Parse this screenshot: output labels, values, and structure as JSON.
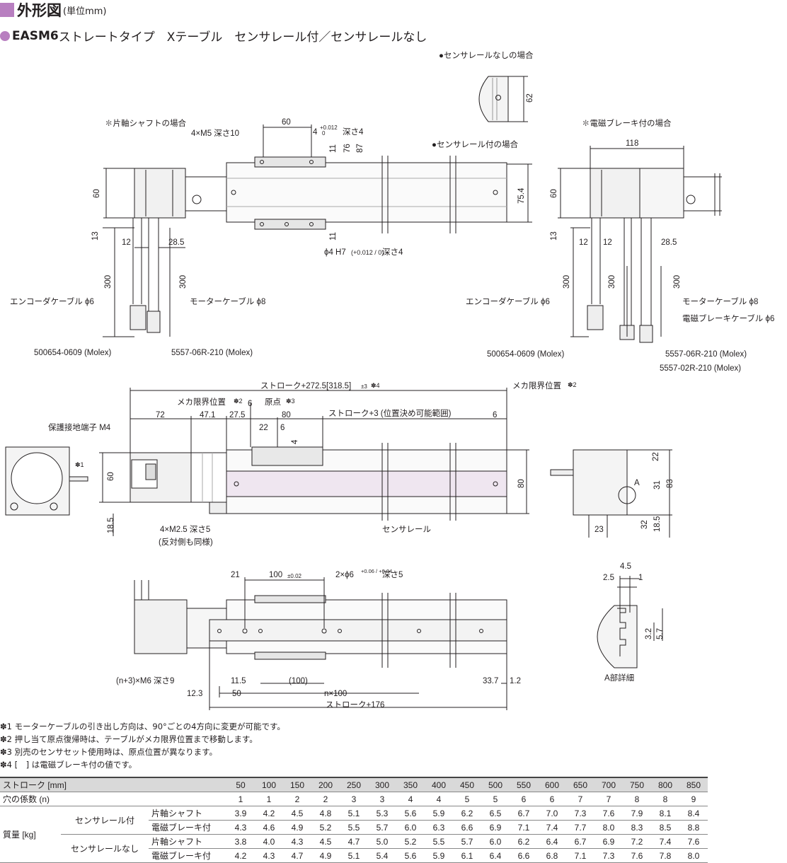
{
  "header": {
    "title": "外形図",
    "unit": "(単位mm)"
  },
  "subtitle": {
    "model": "EASM6",
    "text": "ストレートタイプ　Xテーブル　センサレール付／センサレールなし"
  },
  "labels": {
    "no_sensor_case": "●センサレールなしの場合",
    "with_sensor_case": "●センサレール付の場合",
    "single_shaft_case": "✽片軸シャフトの場合",
    "brake_case": "✽電磁ブレーキ付の場合",
    "m5": "4×M5 深さ10",
    "dim_60": "60",
    "hole_4": "4",
    "tol_012": "+0.012",
    "tol_0": "0",
    "depth4": "深さ4",
    "h7_hole": "ϕ4 H7",
    "h7_tol": "(+0.012 / 0)",
    "d11": "11",
    "d76": "76",
    "d87": "87",
    "d754": "75.4",
    "d62": "62",
    "d13": "13",
    "d12": "12",
    "d285": "28.5",
    "d300": "300",
    "d118": "118",
    "encoder_cable": "エンコーダケーブル ϕ6",
    "motor_cable": "モーターケーブル ϕ8",
    "brake_cable": "電磁ブレーキケーブル ϕ6",
    "conn_encoder": "500654-0609 (Molex)",
    "conn_motor": "5557-06R-210 (Molex)",
    "conn_brake": "5557-02R-210 (Molex)",
    "stroke_total": "ストローク+272.5[318.5]",
    "stroke_tol": "±3",
    "note4_mark": "✽4",
    "mech_limit": "メカ限界位置",
    "note2_mark": "✽2",
    "origin": "原点",
    "note3_mark": "✽3",
    "stroke_range": "ストローク+3 (位置決め可能範囲)",
    "ground_terminal": "保護接地端子 M4",
    "note1_mark": "✽1",
    "d72": "72",
    "d471": "47.1",
    "d275": "27.5",
    "d80": "80",
    "d22": "22",
    "d6": "6",
    "d185": "18.5",
    "d83": "83",
    "d31": "31",
    "d32": "32",
    "d23": "23",
    "m25": "4×M2.5 深さ5",
    "m25_sub": "(反対側も同様)",
    "sensor_rail": "センサレール",
    "detail_a_mark": "A",
    "d21": "21",
    "d100": "100",
    "tol_002": "±0.02",
    "pin_hole": "2×ϕ6",
    "pin_tol": "+0.06 / +0.04",
    "depth5": "深さ5",
    "m6": "(n+3)×M6 深さ9",
    "d115": "11.5",
    "d100p": "(100)",
    "d123": "12.3",
    "d50": "50",
    "nx100": "n×100",
    "d337": "33.7",
    "d12b": "1.2",
    "stroke176": "ストローク+176",
    "d45": "4.5",
    "d25": "2.5",
    "d1": "1",
    "d32b": "3.2",
    "d57": "5.7",
    "detail_a": "A部詳細"
  },
  "notes": [
    "✽1 モーターケーブルの引き出し方向は、90°ごとの4方向に変更が可能です。",
    "✽2 押し当て原点復帰時は、テーブルがメカ限界位置まで移動します。",
    "✽3 別売のセンサセット使用時は、原点位置が異なります。",
    "✽4 [　] は電磁ブレーキ付の値です。"
  ],
  "table": {
    "stroke_label": "ストローク [mm]",
    "holes_label": "穴の係数 (n)",
    "mass_label": "質量 [kg]",
    "with_sensor": "センサレール付",
    "without_sensor": "センサレールなし",
    "single_shaft": "片軸シャフト",
    "brake": "電磁ブレーキ付",
    "strokes": [
      "50",
      "100",
      "150",
      "200",
      "250",
      "300",
      "350",
      "400",
      "450",
      "500",
      "550",
      "600",
      "650",
      "700",
      "750",
      "800",
      "850"
    ],
    "holes": [
      "1",
      "1",
      "2",
      "2",
      "3",
      "3",
      "4",
      "4",
      "5",
      "5",
      "6",
      "6",
      "7",
      "7",
      "8",
      "8",
      "9"
    ],
    "with_single": [
      "3.9",
      "4.2",
      "4.5",
      "4.8",
      "5.1",
      "5.3",
      "5.6",
      "5.9",
      "6.2",
      "6.5",
      "6.7",
      "7.0",
      "7.3",
      "7.6",
      "7.9",
      "8.1",
      "8.4"
    ],
    "with_brake": [
      "4.3",
      "4.6",
      "4.9",
      "5.2",
      "5.5",
      "5.7",
      "6.0",
      "6.3",
      "6.6",
      "6.9",
      "7.1",
      "7.4",
      "7.7",
      "8.0",
      "8.3",
      "8.5",
      "8.8"
    ],
    "without_single": [
      "3.8",
      "4.0",
      "4.3",
      "4.5",
      "4.7",
      "5.0",
      "5.2",
      "5.5",
      "5.7",
      "6.0",
      "6.2",
      "6.4",
      "6.7",
      "6.9",
      "7.2",
      "7.4",
      "7.6"
    ],
    "without_brake": [
      "4.2",
      "4.3",
      "4.7",
      "4.9",
      "5.1",
      "5.4",
      "5.6",
      "5.9",
      "6.1",
      "6.4",
      "6.6",
      "6.8",
      "7.1",
      "7.3",
      "7.6",
      "7.8",
      "8.0"
    ]
  }
}
